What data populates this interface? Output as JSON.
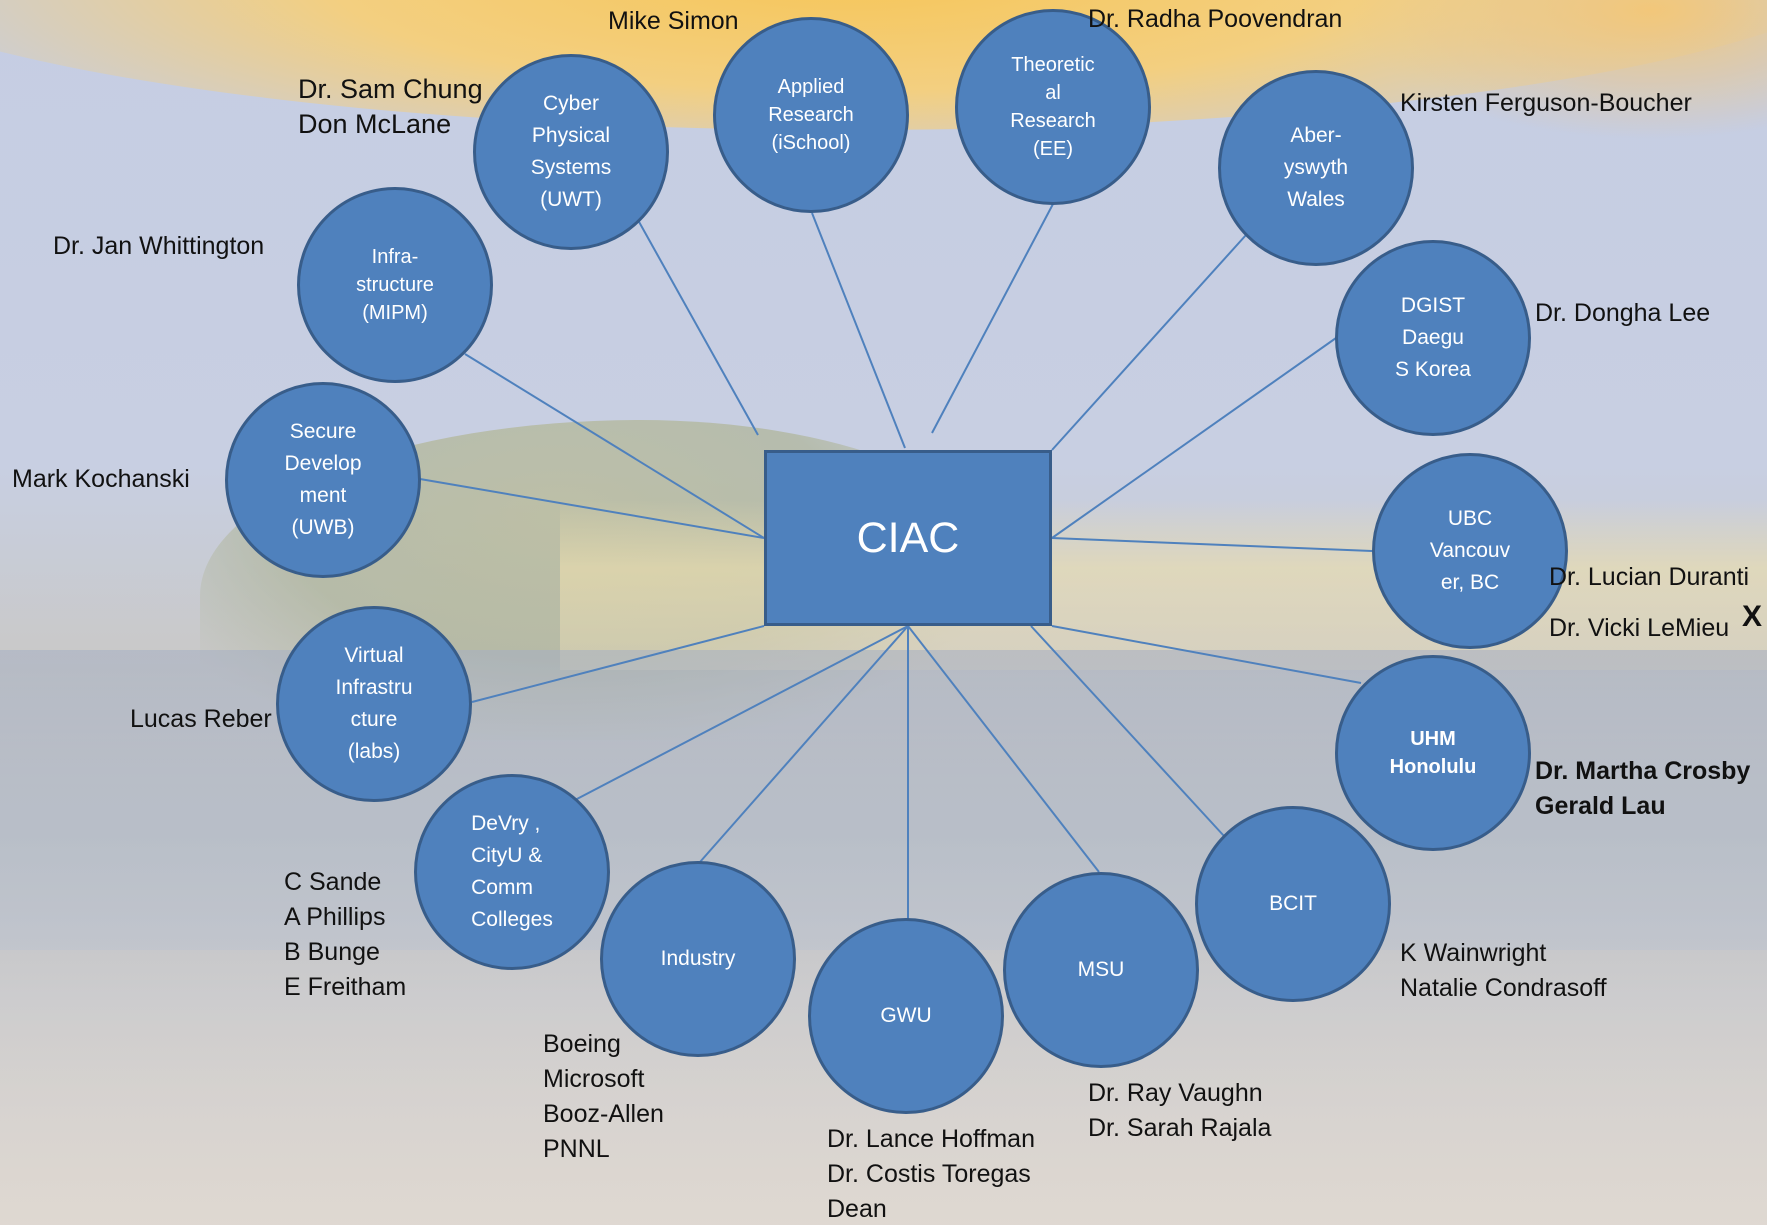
{
  "center": {
    "label": "CIAC"
  },
  "nodes": [
    {
      "id": "cyber",
      "label": "Cyber\nPhysical\nSystems\n(UWT)",
      "people": "Dr. Sam Chung\nDon McLane"
    },
    {
      "id": "applied",
      "label": "Applied\nResearch\n(iSchool)",
      "people": "Mike Simon"
    },
    {
      "id": "theoretical",
      "label": "Theoretic\nal\nResearch\n(EE)",
      "people": "Dr. Radha Poovendran"
    },
    {
      "id": "aberystwyth",
      "label": "Aber-\nyswyth\nWales",
      "people": "Kirsten Ferguson-Boucher"
    },
    {
      "id": "dgist",
      "label": "DGIST\nDaegu\nS Korea",
      "people": "Dr. Dongha Lee"
    },
    {
      "id": "ubc",
      "label": "UBC\nVancouv\ner, BC",
      "people": "Dr. Lucian Duranti\nDr. Vicki LeMieu"
    },
    {
      "id": "uhm",
      "label": "UHM\nHonolulu",
      "people": "Dr. Martha Crosby\nGerald Lau"
    },
    {
      "id": "bcit",
      "label": "BCIT",
      "people": "K Wainwright\nNatalie Condrasoff"
    },
    {
      "id": "msu",
      "label": "MSU",
      "people": "Dr. Ray Vaughn\nDr. Sarah Rajala"
    },
    {
      "id": "gwu",
      "label": "GWU",
      "people": "Dr. Lance Hoffman\nDr. Costis Toregas\nDean"
    },
    {
      "id": "industry",
      "label": "Industry",
      "people": "Boeing\nMicrosoft\nBooz-Allen\nPNNL"
    },
    {
      "id": "devry",
      "label": "DeVry ,\nCityU &\nComm\nColleges",
      "people": "C Sande\nA Phillips\nB Bunge\nE Freitham"
    },
    {
      "id": "virtual",
      "label": "Virtual\nInfrastru\ncture\n(labs)",
      "people": "Lucas Reber"
    },
    {
      "id": "secure",
      "label": "Secure\nDevelop\nment\n(UWB)",
      "people": "Mark Kochanski"
    },
    {
      "id": "infra",
      "label": "Infra-\nstructure\n(MIPM)",
      "people": "Dr. Jan Whittington"
    }
  ],
  "ubc_extra_mark": "X",
  "colors": {
    "node_fill": "#4f81bd",
    "node_border": "#385d8a",
    "link": "#4f81bd",
    "text": "#111111"
  }
}
